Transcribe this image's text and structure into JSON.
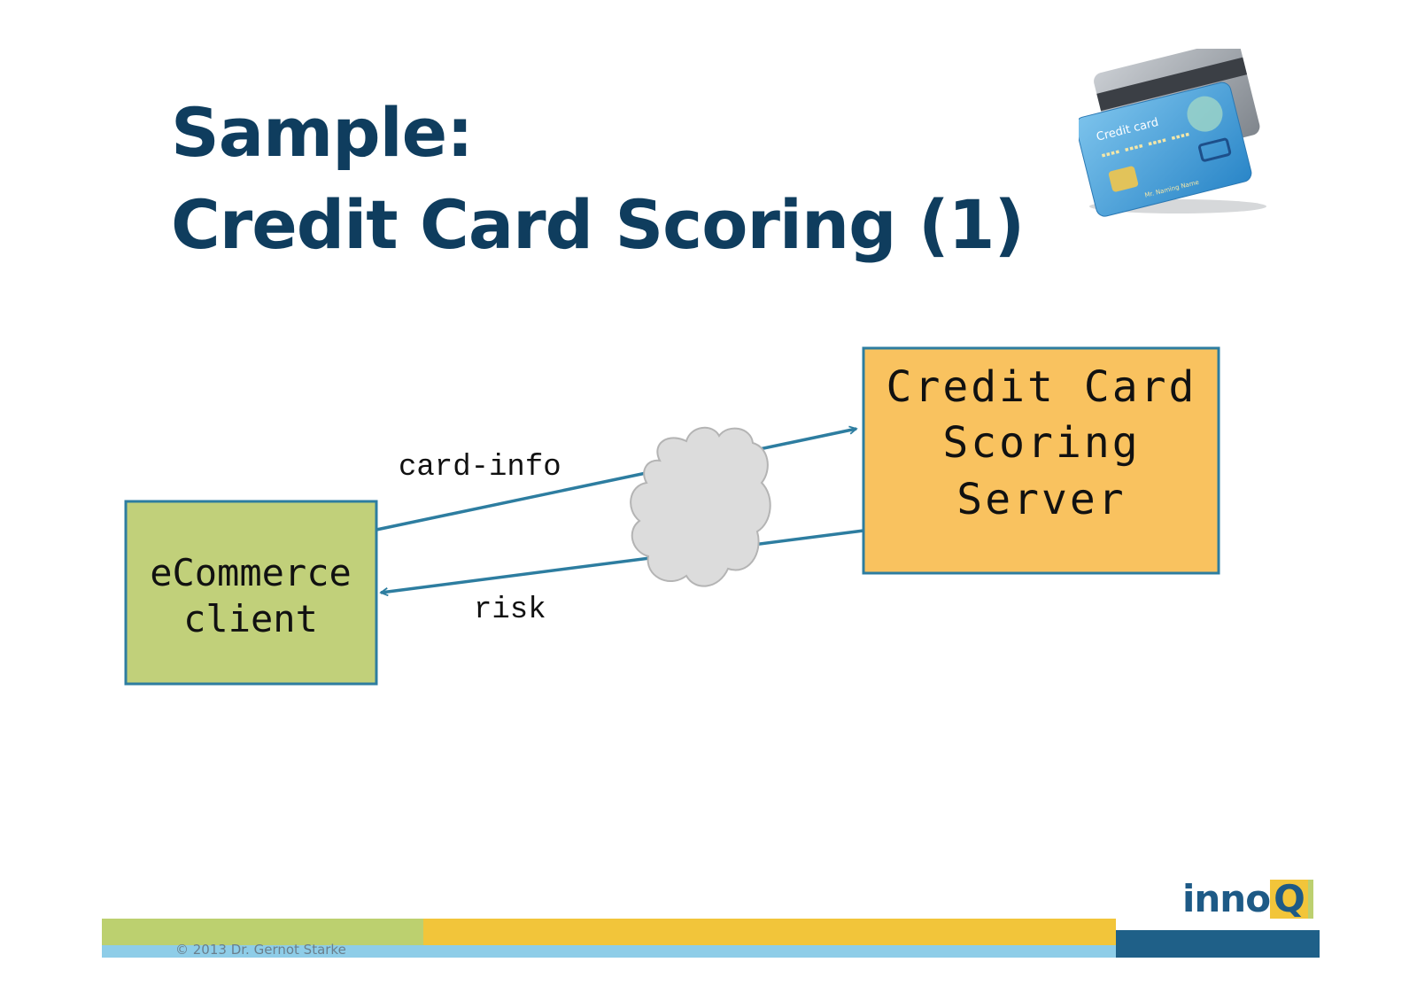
{
  "slide": {
    "title_line1": "Sample:",
    "title_line2": "Credit Card Scoring (1)"
  },
  "card_image": {
    "icon": "credit-card-icon",
    "card_label": "Credit card",
    "holder_text": "Mr. Naming Name"
  },
  "diagram": {
    "client_box": {
      "line1": "eCommerce",
      "line2": "client",
      "color": "#c1d07a"
    },
    "server_box": {
      "line1": "Credit Card",
      "line2": "Scoring",
      "line3": "Server",
      "color": "#f9c25f"
    },
    "edge_request": "card-info",
    "edge_response": "risk",
    "network_icon": "cloud-icon",
    "arrow_color": "#2d7da0",
    "box_border_color": "#2d7da0"
  },
  "footer": {
    "credit": "© 2013 Dr. Gernot Starke",
    "logo_text": "inno",
    "logo_letter": "Q",
    "colors": {
      "green": "#bcd06f",
      "yellow": "#f2c53a",
      "lightblue": "#8ecde8",
      "darkblue": "#1f6088"
    }
  }
}
